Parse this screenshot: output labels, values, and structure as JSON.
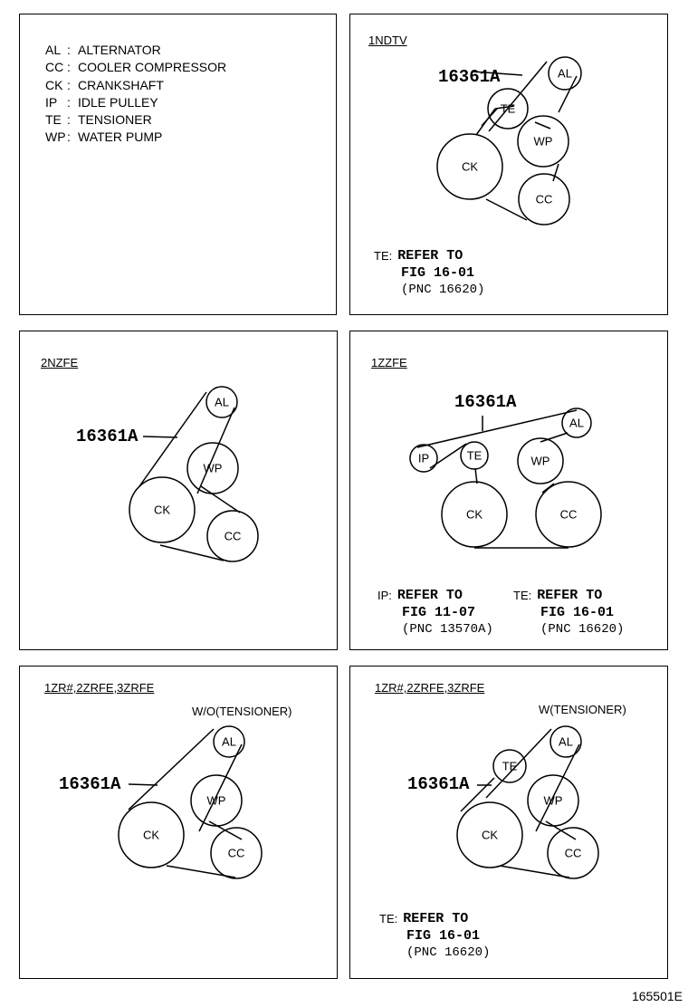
{
  "legend": [
    {
      "code": "AL",
      "desc": "ALTERNATOR"
    },
    {
      "code": "CC",
      "desc": "COOLER COMPRESSOR"
    },
    {
      "code": "CK",
      "desc": "CRANKSHAFT"
    },
    {
      "code": "IP",
      "desc": "IDLE PULLEY"
    },
    {
      "code": "TE",
      "desc": "TENSIONER"
    },
    {
      "code": "WP",
      "desc": "WATER PUMP"
    }
  ],
  "panels": {
    "p1ndtv": {
      "engine": "1NDTV",
      "part_number": "16361A",
      "pulleys": [
        "AL",
        "TE",
        "WP",
        "CK",
        "CC"
      ],
      "note_prefix": "TE:",
      "note_lines": [
        "REFER TO",
        "FIG 16-01",
        "(PNC 16620)"
      ]
    },
    "p2nzfe": {
      "engine": "2NZFE",
      "part_number": "16361A",
      "pulleys": [
        "AL",
        "WP",
        "CK",
        "CC"
      ]
    },
    "p1zzfe": {
      "engine": "1ZZFE",
      "part_number": "16361A",
      "pulleys": [
        "AL",
        "IP",
        "TE",
        "WP",
        "CK",
        "CC"
      ],
      "note_ip_prefix": "IP:",
      "note_ip_lines": [
        "REFER TO",
        "FIG 11-07",
        "(PNC 13570A)"
      ],
      "note_te_prefix": "TE:",
      "note_te_lines": [
        "REFER TO",
        "FIG 16-01",
        "(PNC 16620)"
      ]
    },
    "p1zr_wo": {
      "engine": "1ZR#,2ZRFE,3ZRFE",
      "variant": "W/O(TENSIONER)",
      "part_number": "16361A",
      "pulleys": [
        "AL",
        "WP",
        "CK",
        "CC"
      ]
    },
    "p1zr_w": {
      "engine": "1ZR#,2ZRFE,3ZRFE",
      "variant": "W(TENSIONER)",
      "part_number": "16361A",
      "pulleys": [
        "AL",
        "TE",
        "WP",
        "CK",
        "CC"
      ],
      "note_prefix": "TE:",
      "note_lines": [
        "REFER TO",
        "FIG 16-01",
        "(PNC 16620)"
      ]
    }
  },
  "figure_id": "165501E"
}
